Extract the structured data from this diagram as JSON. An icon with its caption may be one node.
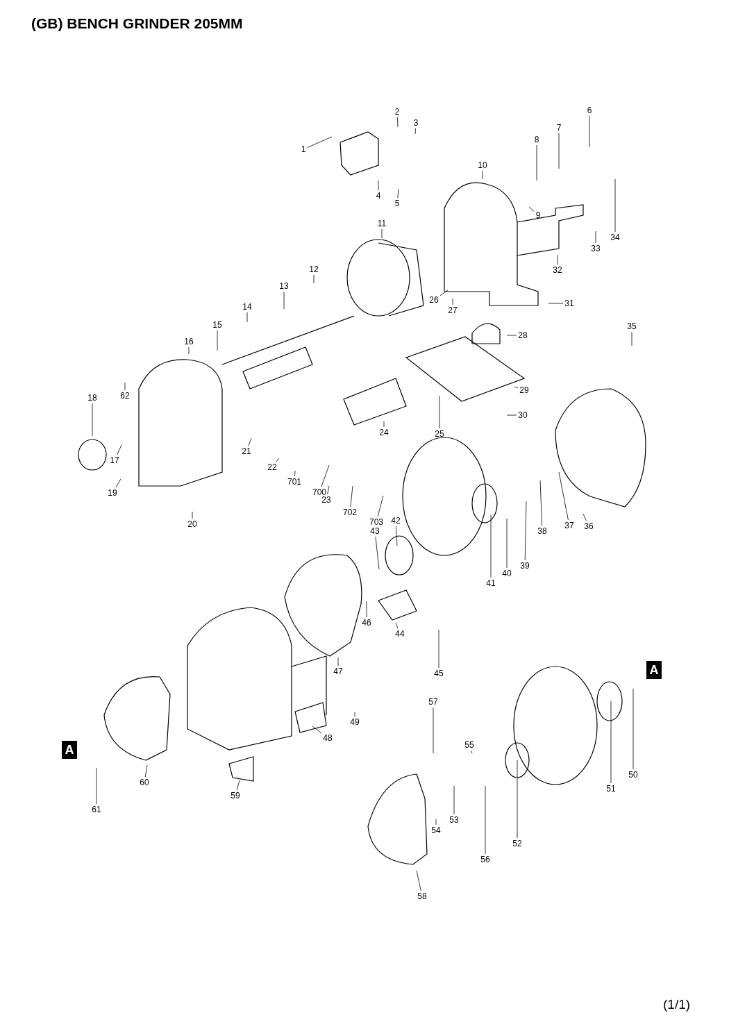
{
  "diagram": {
    "title": "(GB) BENCH GRINDER 205MM",
    "nodes": [
      {
        "text": [
          "1"
        ]
      },
      {
        "text": [
          "2"
        ]
      },
      {
        "text": [
          "3"
        ]
      },
      {
        "text": [
          "4"
        ]
      },
      {
        "text": [
          "5"
        ]
      },
      {
        "text": [
          "6"
        ]
      },
      {
        "text": [
          "7"
        ]
      },
      {
        "text": [
          "8"
        ]
      },
      {
        "text": [
          "9"
        ]
      },
      {
        "text": [
          "10"
        ]
      },
      {
        "text": [
          "11"
        ]
      },
      {
        "text": [
          "12"
        ]
      },
      {
        "text": [
          "13"
        ]
      },
      {
        "text": [
          "14"
        ]
      },
      {
        "text": [
          "15"
        ]
      },
      {
        "text": [
          "16"
        ]
      },
      {
        "text": [
          "17"
        ]
      },
      {
        "text": [
          "18"
        ]
      },
      {
        "text": [
          "19"
        ]
      },
      {
        "text": [
          "20"
        ]
      },
      {
        "text": [
          "21"
        ]
      },
      {
        "text": [
          "22"
        ]
      },
      {
        "text": [
          "23"
        ]
      },
      {
        "text": [
          "24"
        ]
      },
      {
        "text": [
          "25"
        ]
      },
      {
        "text": [
          "26"
        ]
      },
      {
        "text": [
          "27"
        ]
      },
      {
        "text": [
          "28"
        ]
      },
      {
        "text": [
          "29"
        ]
      },
      {
        "text": [
          "30"
        ]
      },
      {
        "text": [
          "31"
        ]
      },
      {
        "text": [
          "32"
        ]
      },
      {
        "text": [
          "33"
        ]
      },
      {
        "text": [
          "34"
        ]
      },
      {
        "text": [
          "35"
        ]
      },
      {
        "text": [
          "36"
        ]
      },
      {
        "text": [
          "37"
        ]
      },
      {
        "text": [
          "38"
        ]
      },
      {
        "text": [
          "39"
        ]
      },
      {
        "text": [
          "40"
        ]
      },
      {
        "text": [
          "41"
        ]
      },
      {
        "text": [
          "42"
        ]
      },
      {
        "text": [
          "43"
        ]
      },
      {
        "text": [
          "44"
        ]
      },
      {
        "text": [
          "45"
        ]
      },
      {
        "text": [
          "46"
        ]
      },
      {
        "text": [
          "47"
        ]
      },
      {
        "text": [
          "48"
        ]
      },
      {
        "text": [
          "49"
        ]
      },
      {
        "text": [
          "50"
        ]
      },
      {
        "text": [
          "51"
        ]
      },
      {
        "text": [
          "52"
        ]
      },
      {
        "text": [
          "53"
        ]
      },
      {
        "text": [
          "54"
        ]
      },
      {
        "text": [
          "55"
        ]
      },
      {
        "text": [
          "56"
        ]
      },
      {
        "text": [
          "57"
        ]
      },
      {
        "text": [
          "58"
        ]
      },
      {
        "text": [
          "59"
        ]
      },
      {
        "text": [
          "60"
        ]
      },
      {
        "text": [
          "61"
        ]
      },
      {
        "text": [
          "62"
        ]
      },
      {
        "text": [
          "700"
        ]
      },
      {
        "text": [
          "701"
        ]
      },
      {
        "text": [
          "702"
        ]
      },
      {
        "text": [
          "703"
        ]
      },
      {
        "text": [
          "A"
        ]
      },
      {
        "text": [
          "A"
        ]
      }
    ],
    "edges": [
      {
        "from": 0,
        "to": null,
        "arrow": "none"
      },
      {
        "from": 1,
        "to": null,
        "arrow": "none"
      },
      {
        "from": 2,
        "to": null,
        "arrow": "none"
      },
      {
        "from": 3,
        "to": null,
        "arrow": "none"
      },
      {
        "from": 4,
        "to": null,
        "arrow": "none"
      },
      {
        "from": 5,
        "to": null,
        "arrow": "none"
      },
      {
        "from": 6,
        "to": null,
        "arrow": "none"
      },
      {
        "from": 7,
        "to": null,
        "arrow": "none"
      },
      {
        "from": 8,
        "to": null,
        "arrow": "none"
      },
      {
        "from": 9,
        "to": null,
        "arrow": "none"
      },
      {
        "from": 10,
        "to": null,
        "arrow": "none"
      },
      {
        "from": 11,
        "to": null,
        "arrow": "none"
      },
      {
        "from": 12,
        "to": null,
        "arrow": "none"
      },
      {
        "from": 13,
        "to": null,
        "arrow": "none"
      },
      {
        "from": 14,
        "to": null,
        "arrow": "none"
      },
      {
        "from": 15,
        "to": null,
        "arrow": "none"
      },
      {
        "from": 16,
        "to": null,
        "arrow": "none"
      },
      {
        "from": 17,
        "to": null,
        "arrow": "none"
      },
      {
        "from": 18,
        "to": null,
        "arrow": "none"
      },
      {
        "from": 19,
        "to": null,
        "arrow": "none"
      },
      {
        "from": 20,
        "to": null,
        "arrow": "none"
      },
      {
        "from": 21,
        "to": null,
        "arrow": "none"
      },
      {
        "from": 22,
        "to": null,
        "arrow": "none"
      },
      {
        "from": 23,
        "to": null,
        "arrow": "none"
      },
      {
        "from": 24,
        "to": null,
        "arrow": "none"
      },
      {
        "from": 25,
        "to": null,
        "arrow": "none"
      },
      {
        "from": 26,
        "to": null,
        "arrow": "none"
      },
      {
        "from": 27,
        "to": null,
        "arrow": "none"
      },
      {
        "from": 28,
        "to": null,
        "arrow": "none"
      },
      {
        "from": 29,
        "to": null,
        "arrow": "none"
      },
      {
        "from": 30,
        "to": null,
        "arrow": "none"
      },
      {
        "from": 31,
        "to": null,
        "arrow": "none"
      },
      {
        "from": 32,
        "to": null,
        "arrow": "none"
      },
      {
        "from": 33,
        "to": null,
        "arrow": "none"
      },
      {
        "from": 34,
        "to": null,
        "arrow": "none"
      },
      {
        "from": 35,
        "to": null,
        "arrow": "none"
      },
      {
        "from": 36,
        "to": null,
        "arrow": "none"
      },
      {
        "from": 37,
        "to": null,
        "arrow": "none"
      },
      {
        "from": 38,
        "to": null,
        "arrow": "none"
      },
      {
        "from": 39,
        "to": null,
        "arrow": "none"
      },
      {
        "from": 40,
        "to": null,
        "arrow": "none"
      },
      {
        "from": 41,
        "to": null,
        "arrow": "none"
      },
      {
        "from": 42,
        "to": null,
        "arrow": "none"
      },
      {
        "from": 43,
        "to": null,
        "arrow": "none"
      },
      {
        "from": 44,
        "to": null,
        "arrow": "none"
      },
      {
        "from": 45,
        "to": null,
        "arrow": "none"
      },
      {
        "from": 46,
        "to": null,
        "arrow": "none"
      },
      {
        "from": 47,
        "to": null,
        "arrow": "none"
      },
      {
        "from": 48,
        "to": null,
        "arrow": "none"
      },
      {
        "from": 49,
        "to": null,
        "arrow": "none"
      },
      {
        "from": 50,
        "to": null,
        "arrow": "none"
      },
      {
        "from": 51,
        "to": null,
        "arrow": "none"
      },
      {
        "from": 52,
        "to": null,
        "arrow": "none"
      },
      {
        "from": 53,
        "to": null,
        "arrow": "none"
      },
      {
        "from": 54,
        "to": null,
        "arrow": "none"
      },
      {
        "from": 55,
        "to": null,
        "arrow": "none"
      },
      {
        "from": 56,
        "to": null,
        "arrow": "none"
      },
      {
        "from": 57,
        "to": null,
        "arrow": "none"
      },
      {
        "from": 58,
        "to": null,
        "arrow": "none"
      },
      {
        "from": 59,
        "to": null,
        "arrow": "none"
      },
      {
        "from": 60,
        "to": null,
        "arrow": "none"
      },
      {
        "from": 61,
        "to": null,
        "arrow": "none"
      },
      {
        "from": 62,
        "to": null,
        "arrow": "none"
      },
      {
        "from": 63,
        "to": null,
        "arrow": "none"
      },
      {
        "from": 64,
        "to": null,
        "arrow": "none"
      },
      {
        "from": 65,
        "to": null,
        "arrow": "none"
      }
    ],
    "labels": [
      "(1/1)"
    ]
  }
}
